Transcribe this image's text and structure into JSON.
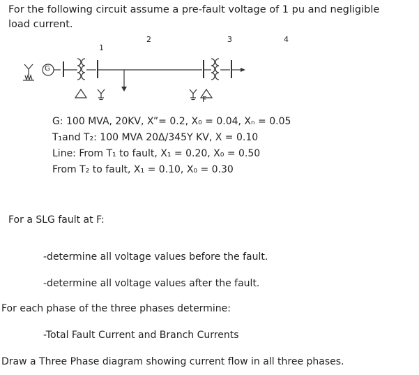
{
  "intro": {
    "line1": "For the following circuit assume a pre-fault voltage of 1 pu and negligible",
    "line2": "load current."
  },
  "diagram": {
    "bus_labels": [
      "1",
      "2",
      "3",
      "4"
    ],
    "generator_label": "G",
    "fault_label": "F"
  },
  "params": {
    "gen": "G: 100 MVA, 20KV, X”= 0.2, X₀ = 0.04, Xₙ = 0.05",
    "xfmr": "T₁and T₂: 100 MVA 20Δ/345Y KV, X = 0.10",
    "line1": "Line: From T₁ to fault, X₁ = 0.20, X₀ = 0.50",
    "line2": "From T₂ to fault, X₁ = 0.10, X₀ = 0.30"
  },
  "questions": {
    "slg": "For a SLG fault at F:",
    "q1": "-determine all voltage values before the fault.",
    "q2": "-determine all voltage values after the fault.",
    "each_phase": "For each phase of the three phases determine:",
    "q3": "-Total Fault Current and Branch Currents",
    "draw": "Draw a Three Phase diagram showing current flow in all three phases."
  }
}
